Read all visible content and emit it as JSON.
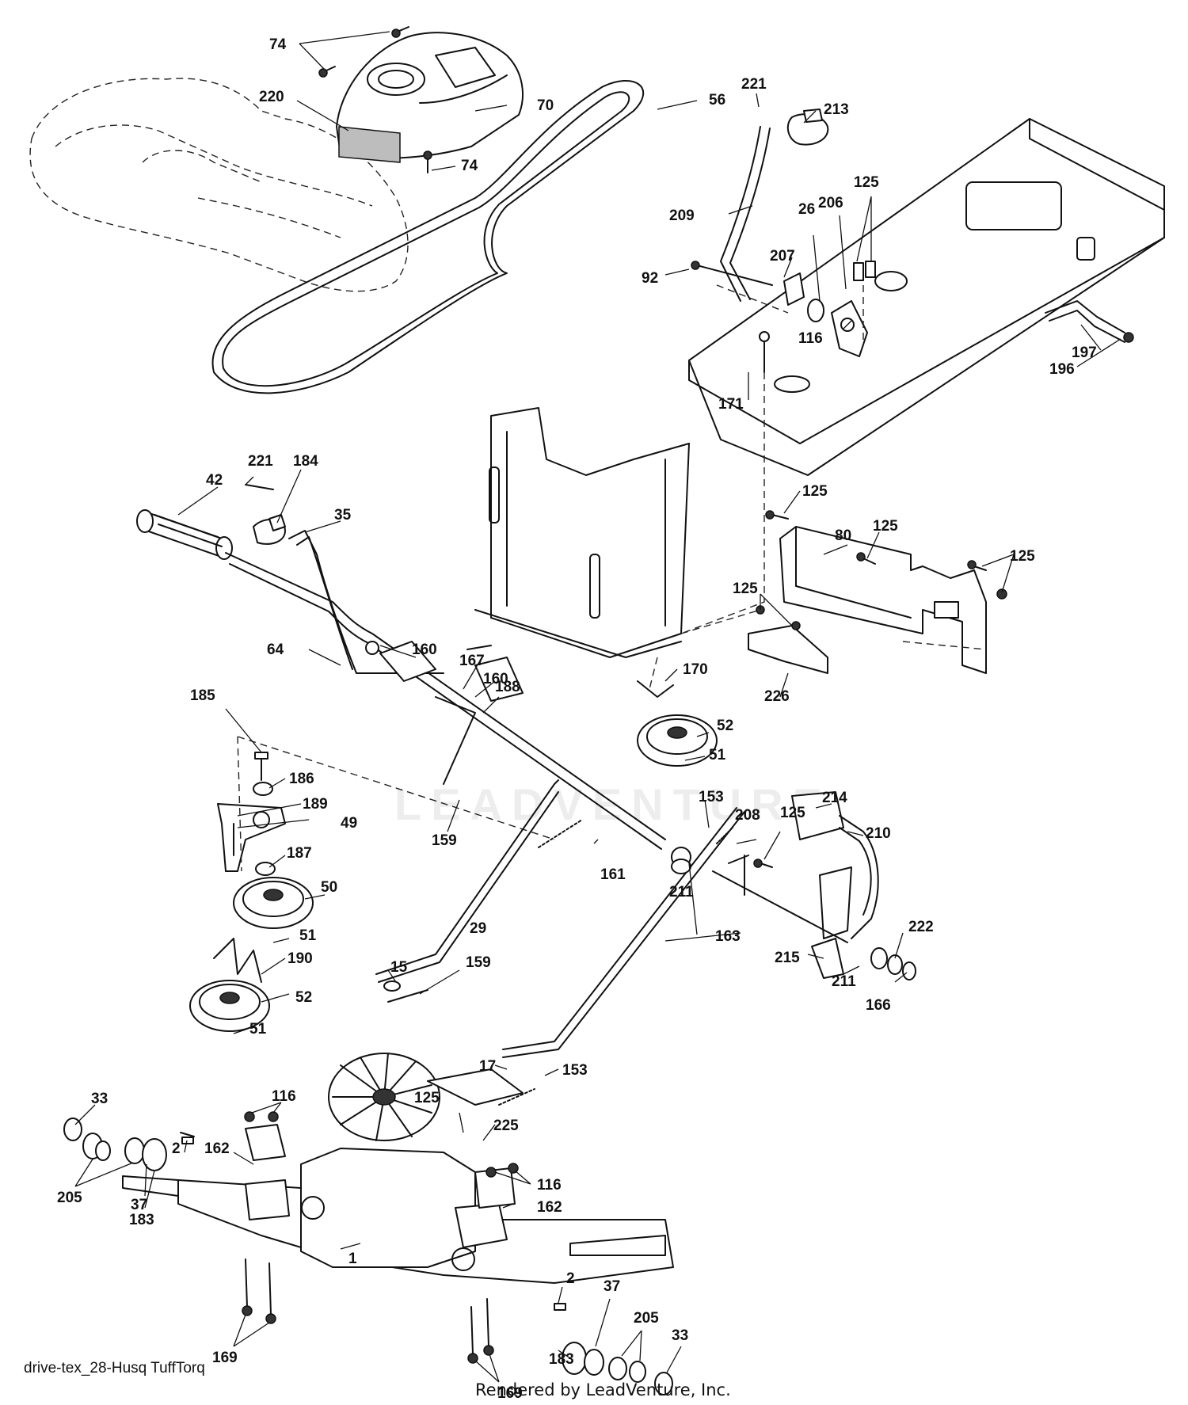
{
  "diagram": {
    "caption": "drive-tex_28-Husq TuffTorq",
    "render_note": "Rendered by LeadVenture, Inc.",
    "watermark": "LEADVENTURE",
    "callouts": [
      {
        "id": "c1",
        "text": "74"
      },
      {
        "id": "c2",
        "text": "220"
      },
      {
        "id": "c3",
        "text": "70"
      },
      {
        "id": "c4",
        "text": "74"
      },
      {
        "id": "c5",
        "text": "56"
      },
      {
        "id": "c6",
        "text": "221"
      },
      {
        "id": "c7",
        "text": "213"
      },
      {
        "id": "c8",
        "text": "125"
      },
      {
        "id": "c9",
        "text": "206"
      },
      {
        "id": "c10",
        "text": "26"
      },
      {
        "id": "c11",
        "text": "209"
      },
      {
        "id": "c12",
        "text": "207"
      },
      {
        "id": "c13",
        "text": "92"
      },
      {
        "id": "c14",
        "text": "116"
      },
      {
        "id": "c15",
        "text": "171"
      },
      {
        "id": "c16",
        "text": "197"
      },
      {
        "id": "c17",
        "text": "196"
      },
      {
        "id": "c18",
        "text": "221"
      },
      {
        "id": "c19",
        "text": "184"
      },
      {
        "id": "c20",
        "text": "42"
      },
      {
        "id": "c21",
        "text": "35"
      },
      {
        "id": "c22",
        "text": "125"
      },
      {
        "id": "c23",
        "text": "80"
      },
      {
        "id": "c24",
        "text": "125"
      },
      {
        "id": "c25",
        "text": "125"
      },
      {
        "id": "c26",
        "text": "125"
      },
      {
        "id": "c27",
        "text": "64"
      },
      {
        "id": "c28",
        "text": "160"
      },
      {
        "id": "c29",
        "text": "167"
      },
      {
        "id": "c30",
        "text": "160"
      },
      {
        "id": "c31",
        "text": "170"
      },
      {
        "id": "c32",
        "text": "226"
      },
      {
        "id": "c33",
        "text": "185"
      },
      {
        "id": "c34",
        "text": "188"
      },
      {
        "id": "c35",
        "text": "52"
      },
      {
        "id": "c36",
        "text": "51"
      },
      {
        "id": "c37",
        "text": "186"
      },
      {
        "id": "c38",
        "text": "189"
      },
      {
        "id": "c39",
        "text": "49"
      },
      {
        "id": "c40",
        "text": "159"
      },
      {
        "id": "c41",
        "text": "153"
      },
      {
        "id": "c42",
        "text": "214"
      },
      {
        "id": "c43",
        "text": "187"
      },
      {
        "id": "c44",
        "text": "208"
      },
      {
        "id": "c45",
        "text": "125"
      },
      {
        "id": "c46",
        "text": "210"
      },
      {
        "id": "c47",
        "text": "50"
      },
      {
        "id": "c48",
        "text": "161"
      },
      {
        "id": "c49",
        "text": "211"
      },
      {
        "id": "c50",
        "text": "163"
      },
      {
        "id": "c51",
        "text": "51"
      },
      {
        "id": "c52",
        "text": "29"
      },
      {
        "id": "c53",
        "text": "222"
      },
      {
        "id": "c54",
        "text": "190"
      },
      {
        "id": "c55",
        "text": "215"
      },
      {
        "id": "c56",
        "text": "15"
      },
      {
        "id": "c57",
        "text": "159"
      },
      {
        "id": "c58",
        "text": "211"
      },
      {
        "id": "c59",
        "text": "52"
      },
      {
        "id": "c60",
        "text": "166"
      },
      {
        "id": "c61",
        "text": "51"
      },
      {
        "id": "c62",
        "text": "17"
      },
      {
        "id": "c63",
        "text": "153"
      },
      {
        "id": "c64",
        "text": "33"
      },
      {
        "id": "c65",
        "text": "116"
      },
      {
        "id": "c66",
        "text": "125"
      },
      {
        "id": "c67",
        "text": "225"
      },
      {
        "id": "c68",
        "text": "162"
      },
      {
        "id": "c69",
        "text": "2"
      },
      {
        "id": "c70",
        "text": "116"
      },
      {
        "id": "c71",
        "text": "205"
      },
      {
        "id": "c72",
        "text": "37"
      },
      {
        "id": "c73",
        "text": "162"
      },
      {
        "id": "c74",
        "text": "183"
      },
      {
        "id": "c75",
        "text": "1"
      },
      {
        "id": "c76",
        "text": "2"
      },
      {
        "id": "c77",
        "text": "37"
      },
      {
        "id": "c78",
        "text": "205"
      },
      {
        "id": "c79",
        "text": "33"
      },
      {
        "id": "c80",
        "text": "169"
      },
      {
        "id": "c81",
        "text": "183"
      },
      {
        "id": "c82",
        "text": "169"
      }
    ]
  }
}
